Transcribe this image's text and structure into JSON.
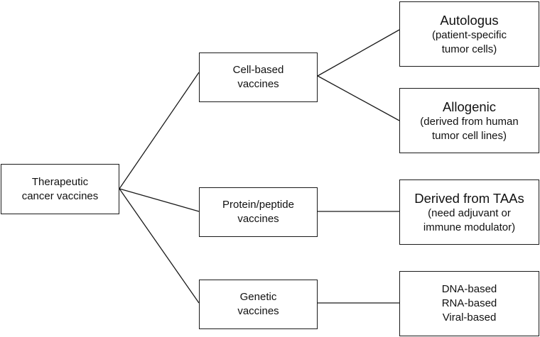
{
  "root": {
    "lines": [
      "Therapeutic",
      "cancer vaccines"
    ]
  },
  "categories": {
    "cell_based": {
      "lines": [
        "Cell-based",
        "vaccines"
      ]
    },
    "protein_peptide": {
      "lines": [
        "Protein/peptide",
        "vaccines"
      ]
    },
    "genetic": {
      "lines": [
        "Genetic",
        "vaccines"
      ]
    }
  },
  "subtypes": {
    "autologus": {
      "title": "Autologus",
      "lines": [
        "(patient-specific",
        "tumor cells)"
      ]
    },
    "allogenic": {
      "title": "Allogenic",
      "lines": [
        "(derived from human",
        "tumor cell lines)"
      ]
    },
    "taa": {
      "title": "Derived from TAAs",
      "lines": [
        "(need adjuvant or",
        "immune modulator)"
      ]
    },
    "genetic_types": {
      "lines": [
        "DNA-based",
        "RNA-based",
        "Viral-based"
      ]
    }
  }
}
